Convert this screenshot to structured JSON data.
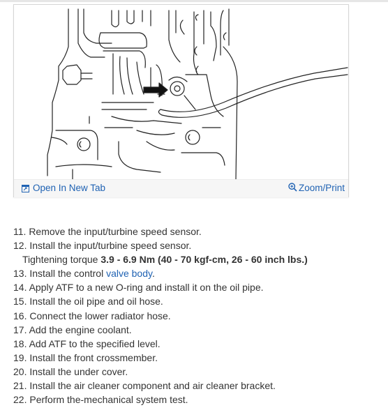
{
  "figure": {
    "open_tab_label": "Open In New Tab",
    "zoom_label": "Zoom/Print"
  },
  "steps": [
    {
      "text": "11. Remove the input/turbine speed sensor."
    },
    {
      "text": "12. Install the input/turbine speed sensor."
    },
    {
      "torque_label": "Tightening torque ",
      "torque_value": "3.9 - 6.9 Nm (40 - 70 kgf-cm, 26 - 60 inch lbs.)"
    },
    {
      "prefix": "13. Install the control ",
      "link": "valve body",
      "suffix": "."
    },
    {
      "text": "14. Apply ATF to a new O-ring and install it on the oil pipe."
    },
    {
      "text": "15. Install the oil pipe and oil hose."
    },
    {
      "text": "16. Connect the lower radiator hose."
    },
    {
      "text": "17. Add the engine coolant."
    },
    {
      "text": "18. Add ATF to the specified level."
    },
    {
      "text": "19. Install the front crossmember."
    },
    {
      "text": "20. Install the under cover."
    },
    {
      "text": "21. Install the air cleaner component and air cleaner bracket."
    },
    {
      "text": "22. Perform the-mechanical system test."
    }
  ],
  "colors": {
    "link": "#1f62b3",
    "text": "#333333",
    "footer_bg": "#f6f6f6"
  }
}
